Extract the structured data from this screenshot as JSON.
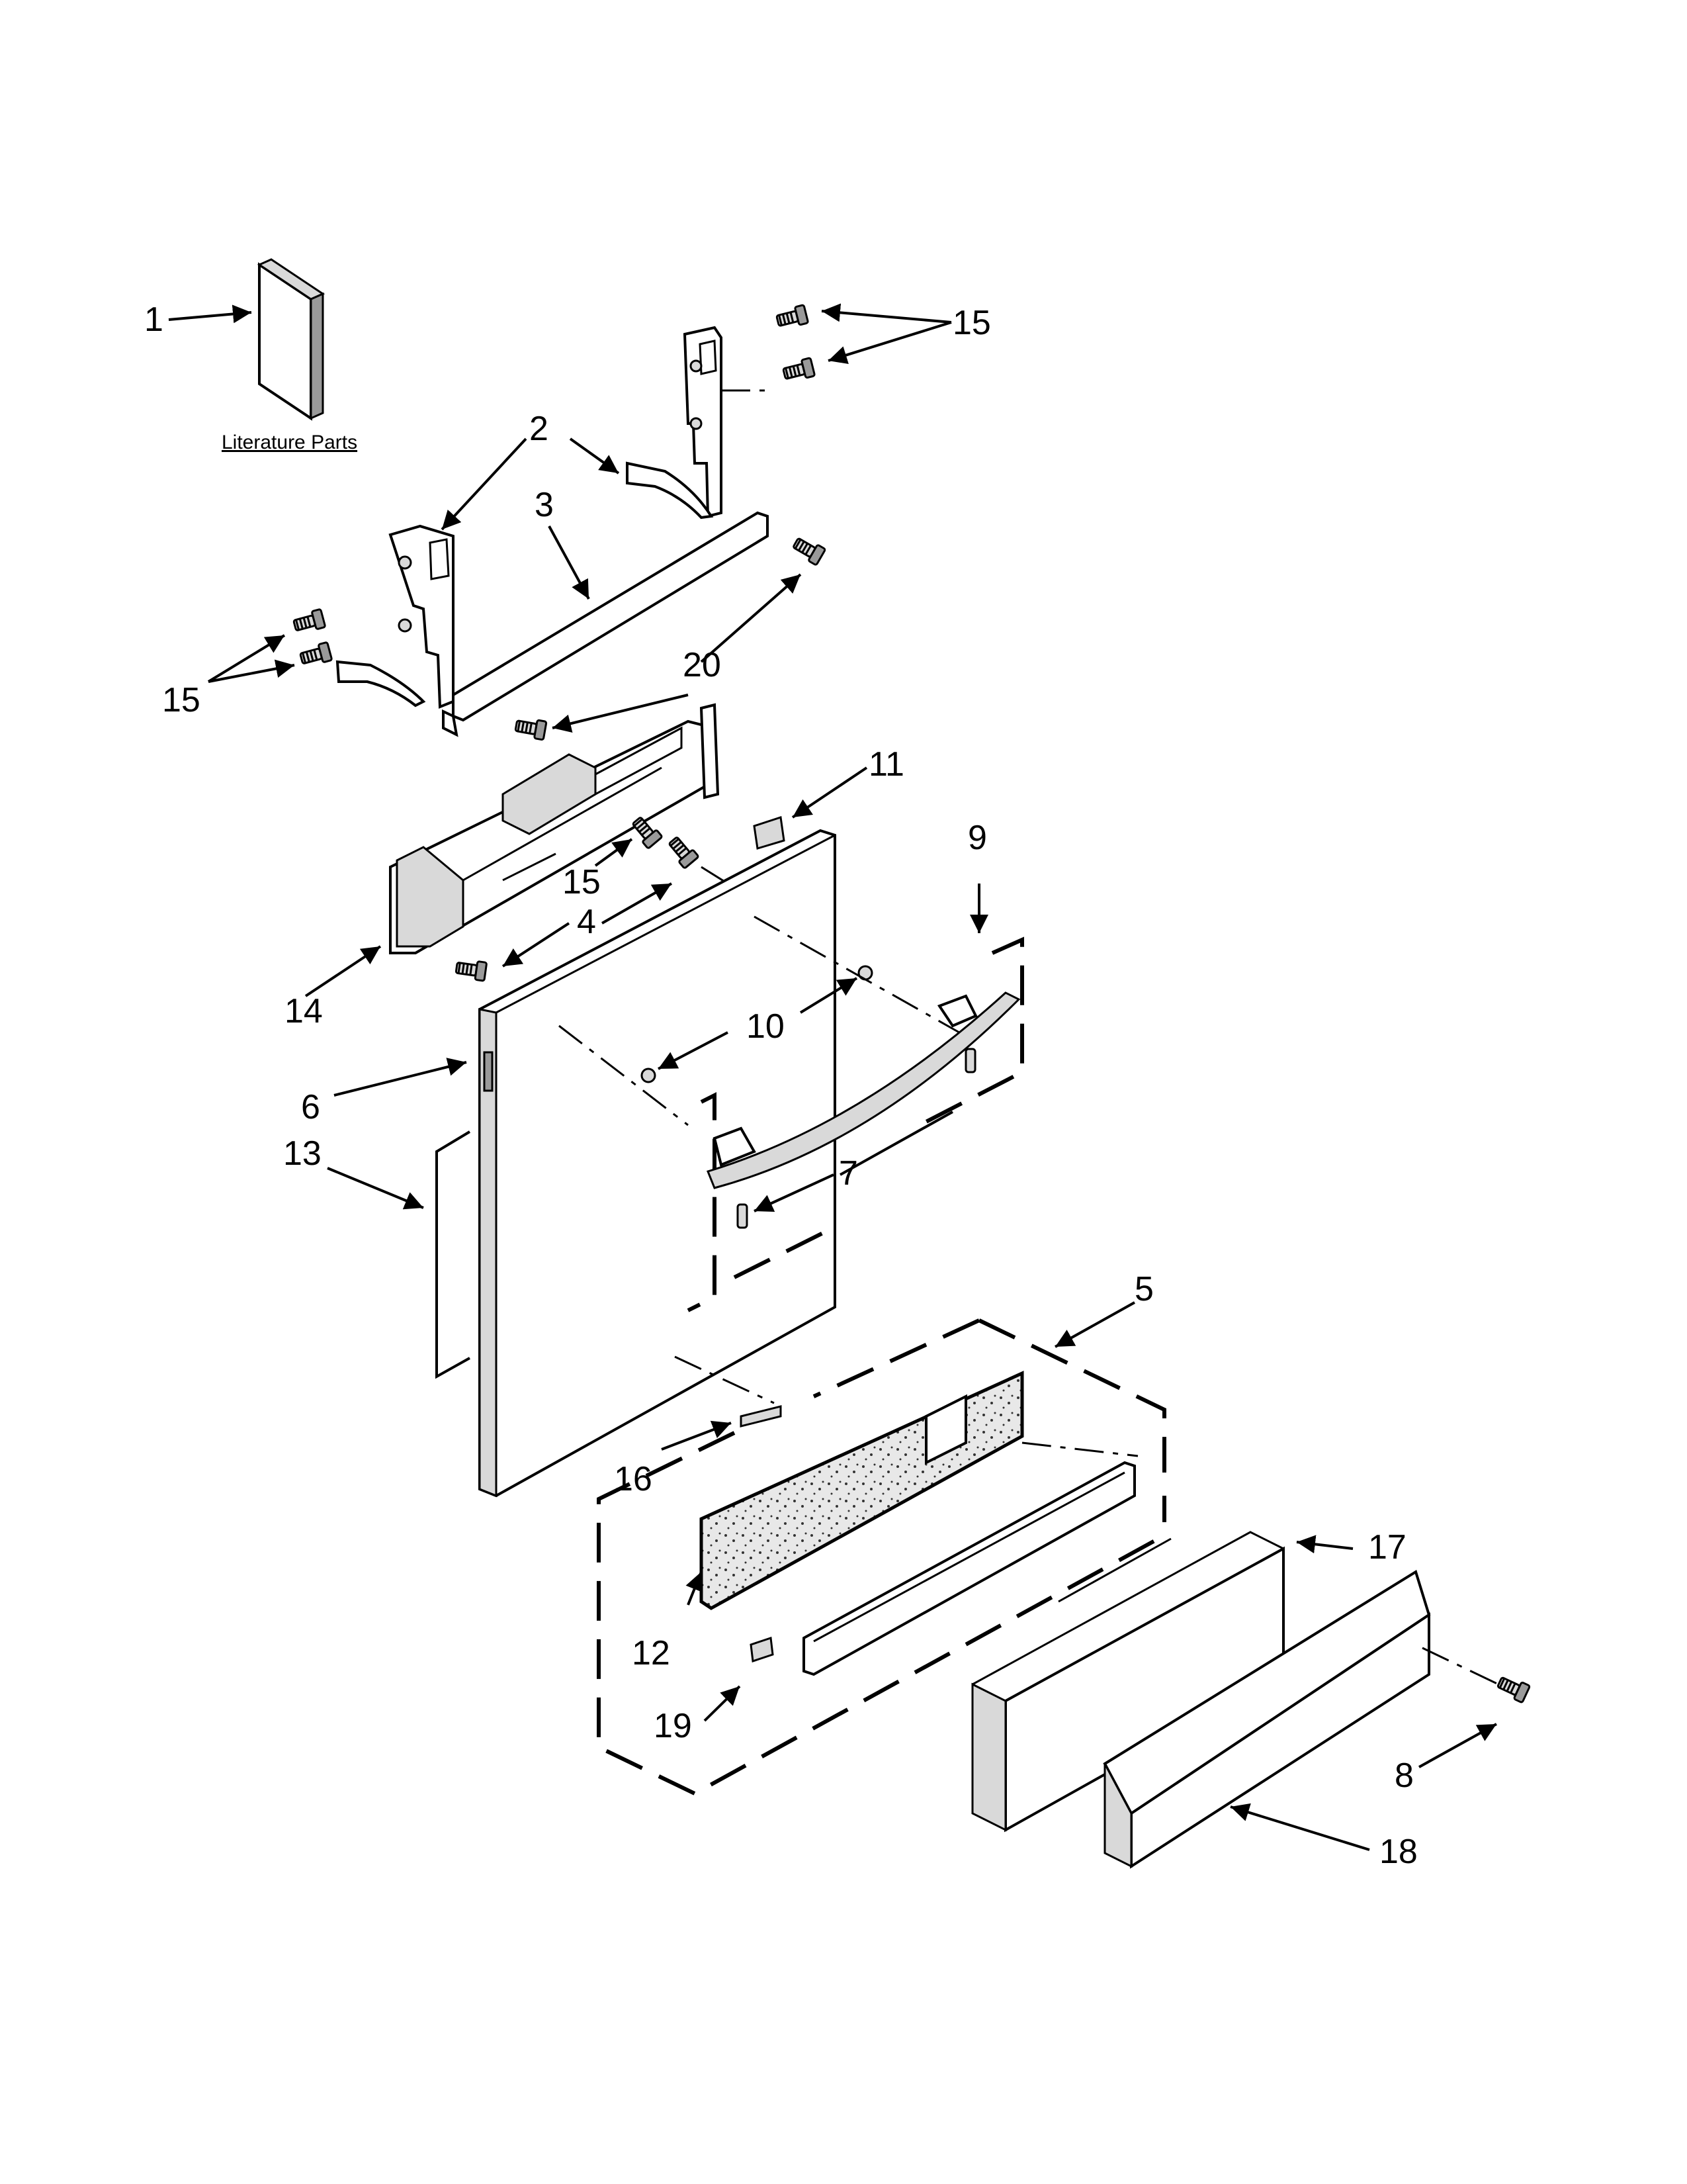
{
  "literature_caption": "Literature Parts",
  "callouts": {
    "c1": "1",
    "c2": "2",
    "c3": "3",
    "c4": "4",
    "c5": "5",
    "c6": "6",
    "c7": "7",
    "c8": "8",
    "c9": "9",
    "c10": "10",
    "c11": "11",
    "c12": "12",
    "c13": "13",
    "c14": "14",
    "c15a": "15",
    "c15b": "15",
    "c15c": "15",
    "c16": "16",
    "c17": "17",
    "c18": "18",
    "c19": "19",
    "c20": "20"
  }
}
